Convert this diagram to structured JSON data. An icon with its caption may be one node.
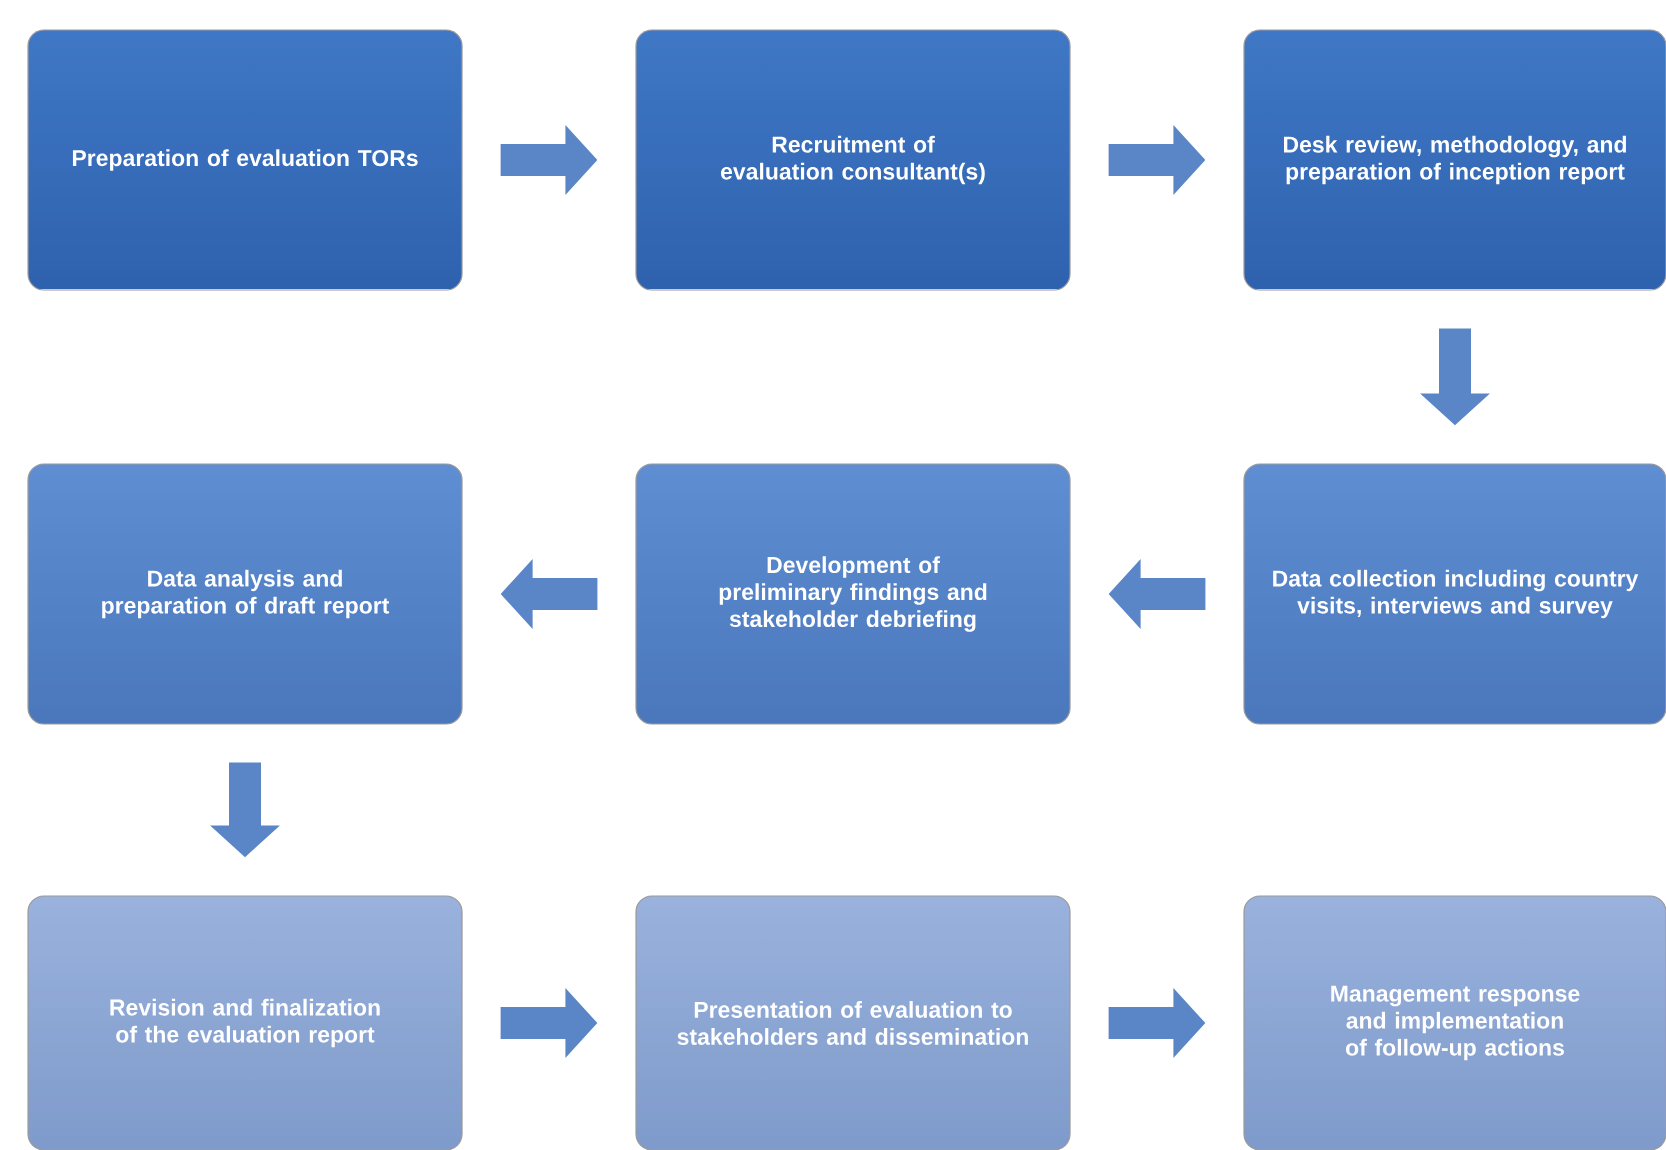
{
  "diagram": {
    "nodes": [
      {
        "text": [
          "Preparation of evaluation TORs"
        ]
      },
      {
        "text": [
          "Recruitment of evaluation consultant(s)"
        ]
      },
      {
        "text": [
          "Desk review, methodology, and preparation of inception report"
        ]
      },
      {
        "text": [
          "Data analysis and preparation of draft report"
        ]
      },
      {
        "text": [
          "Development of preliminary findings and stakeholder debriefing"
        ]
      },
      {
        "text": [
          "Data collection including country visits, interviews and survey"
        ]
      },
      {
        "text": [
          "Revision and finalization of the evaluation report"
        ]
      },
      {
        "text": [
          "Presentation of evaluation to stakeholders and dissemination"
        ]
      },
      {
        "text": [
          "Management response and implementation of follow-up actions"
        ]
      }
    ],
    "edges": [
      {
        "from": 0,
        "to": 1,
        "arrow": "to"
      },
      {
        "from": 1,
        "to": 2,
        "arrow": "to"
      },
      {
        "from": 2,
        "to": 5,
        "arrow": "to"
      },
      {
        "from": 5,
        "to": 4,
        "arrow": "to"
      },
      {
        "from": 4,
        "to": 3,
        "arrow": "to"
      },
      {
        "from": 3,
        "to": 6,
        "arrow": "to"
      },
      {
        "from": 6,
        "to": 7,
        "arrow": "to"
      },
      {
        "from": 7,
        "to": 8,
        "arrow": "to"
      }
    ]
  }
}
